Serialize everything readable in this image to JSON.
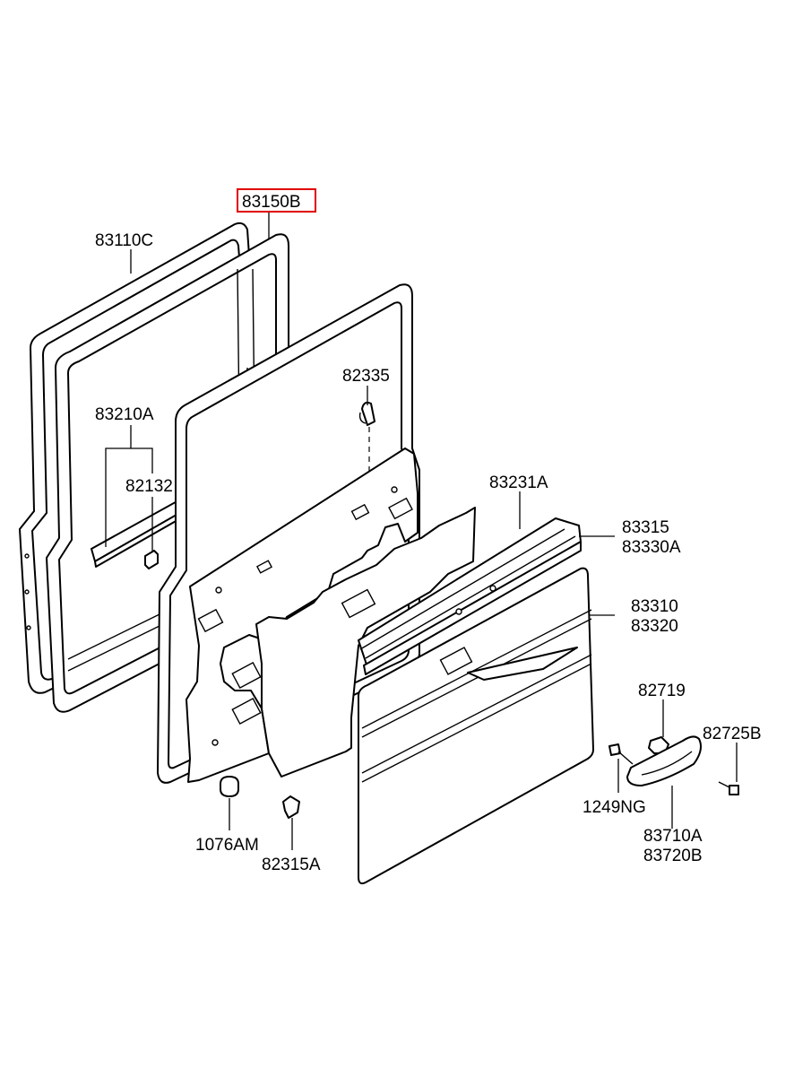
{
  "labels": {
    "p83150B": "83150B",
    "p83110C": "83110C",
    "p82335": "82335",
    "p83210A": "83210A",
    "p82132": "82132",
    "p83231A": "83231A",
    "p83315": "83315",
    "p83330A": "83330A",
    "p83310": "83310",
    "p83320": "83320",
    "p82719": "82719",
    "p82725B": "82725B",
    "p1249NG": "1249NG",
    "p83710A": "83710A",
    "p83720B": "83720B",
    "p1076AM": "1076AM",
    "p82315A": "82315A"
  },
  "highlight": {
    "part": "83150B",
    "color": "#e00000"
  }
}
